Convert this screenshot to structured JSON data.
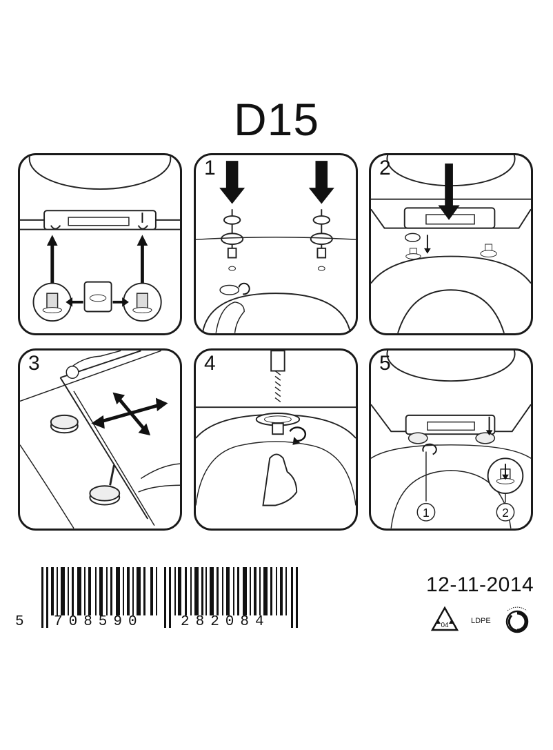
{
  "title": "D15",
  "steps": [
    "1",
    "2",
    "3",
    "4",
    "5"
  ],
  "step5_callouts": [
    "1",
    "2"
  ],
  "barcode": {
    "first_digit": "5",
    "group1": "708590",
    "group2": "282084"
  },
  "date": "12-11-2014",
  "recycling": {
    "code": "04",
    "material": "LDPE",
    "green_dot_icon": "green-dot-icon"
  }
}
